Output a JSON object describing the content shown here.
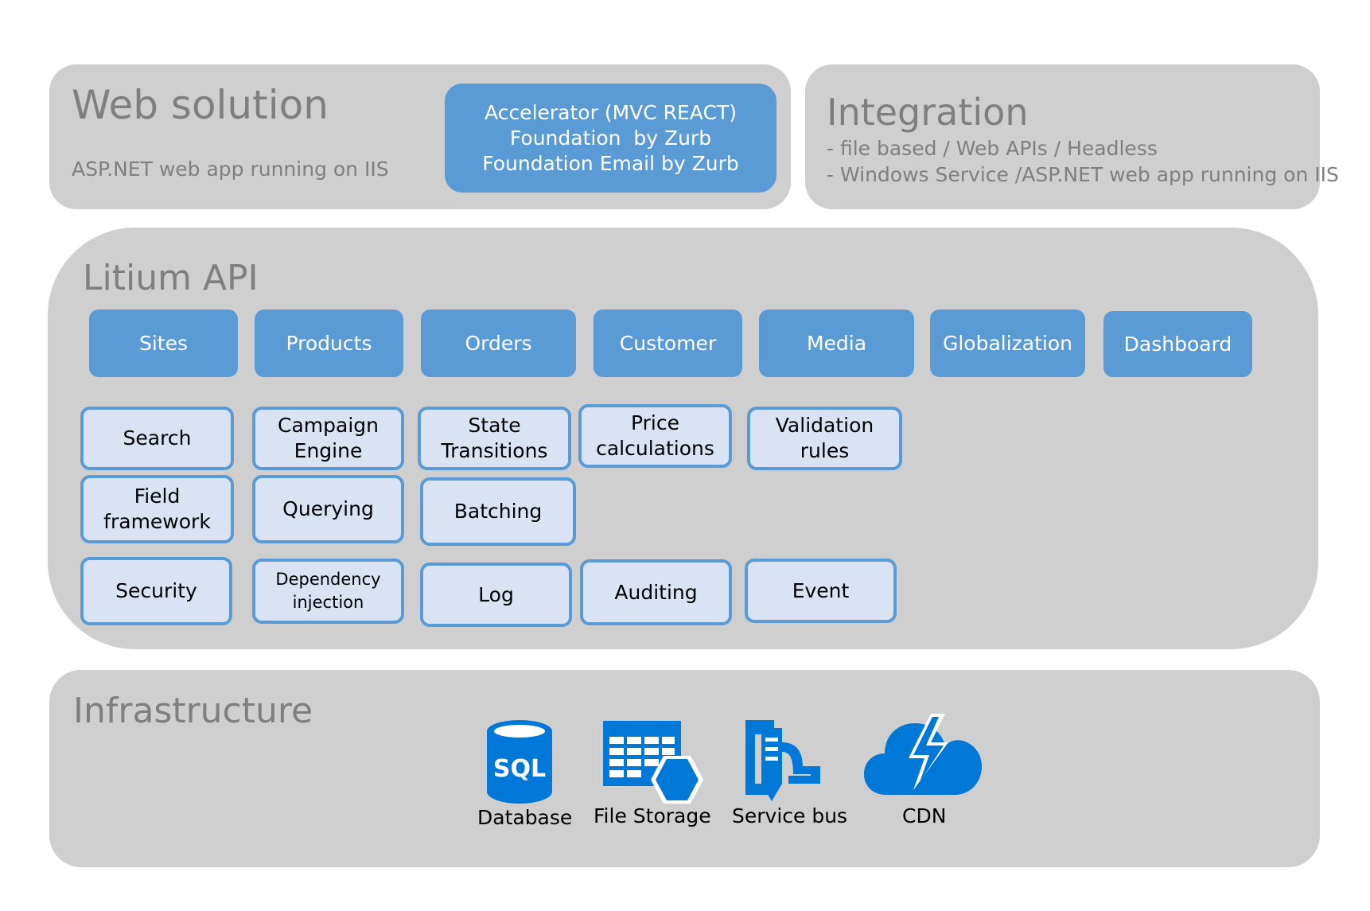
{
  "web_solution": {
    "title": "Web solution",
    "subtitle": "ASP.NET web app running on IIS",
    "accelerator": {
      "line1": "Accelerator (MVC REACT)",
      "line2": "Foundation  by Zurb",
      "line3": "Foundation Email by Zurb"
    }
  },
  "integration": {
    "title": "Integration",
    "line1": "- file based / Web APIs / Headless",
    "line2": "- Windows Service /ASP.NET web app running on IIS"
  },
  "api": {
    "title": "Litium API",
    "modules": [
      "Sites",
      "Products",
      "Orders",
      "Customer",
      "Media",
      "Globalization",
      "Dashboard"
    ],
    "capabilities": {
      "search": "Search",
      "campaign_1": "Campaign",
      "campaign_2": "Engine",
      "state_1": "State",
      "state_2": "Transitions",
      "price_1": "Price",
      "price_2": "calculations",
      "validation_1": "Validation",
      "validation_2": "rules",
      "field_1": "Field",
      "field_2": "framework",
      "querying": "Querying",
      "batching": "Batching",
      "security": "Security",
      "di_1": "Dependency",
      "di_2": "injection",
      "log": "Log",
      "auditing": "Auditing",
      "event": "Event"
    }
  },
  "infrastructure": {
    "title": "Infrastructure",
    "items": [
      {
        "label": "Database",
        "icon": "sql-database-icon",
        "icon_text": "SQL"
      },
      {
        "label": "File Storage",
        "icon": "file-storage-icon"
      },
      {
        "label": "Service bus",
        "icon": "service-bus-icon"
      },
      {
        "label": "CDN",
        "icon": "cdn-icon"
      }
    ]
  },
  "colors": {
    "panel": "#d0cfd0",
    "module_blue": "#5b9bd5",
    "capability_fill": "#dae3f3",
    "icon_blue": "#0078d7",
    "title_gray": "#7f7f7f"
  }
}
